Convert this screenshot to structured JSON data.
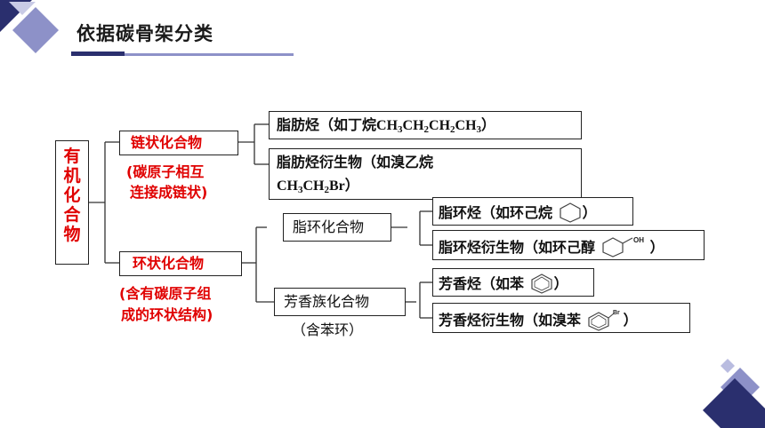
{
  "title": "依据碳骨架分类",
  "root": [
    "有",
    "机",
    "化",
    "合",
    "物"
  ],
  "chain": {
    "label": "链状化合物",
    "note_line1": "(碳原子相互",
    "note_line2": "连接成链状)"
  },
  "ring": {
    "label": "环状化合物",
    "note_line1": "(含有碳原子组",
    "note_line2": "成的环状结构)"
  },
  "aliphatic": {
    "label": "脂肪烃（如丁烷",
    "formula_parts": [
      "CH",
      "3",
      "CH",
      "2",
      "CH",
      "2",
      "CH",
      "3"
    ],
    "close": "）"
  },
  "aliphatic_deriv": {
    "line1": "脂肪烃衍生物（如溴乙烷",
    "formula_parts": [
      "CH",
      "3",
      "CH",
      "2",
      "Br"
    ],
    "close": "）"
  },
  "alicyclic": {
    "label": "脂环化合物"
  },
  "aromatic": {
    "label": "芳香族化合物",
    "note": "（含苯环）"
  },
  "alicyclic_hc": {
    "label": "脂环烃（如环己烷",
    "close": "）"
  },
  "alicyclic_deriv": {
    "label": "脂环烃衍生物（如环己醇",
    "oh": "OH",
    "close": "）"
  },
  "aromatic_hc": {
    "label": "芳香烃（如苯",
    "close": "）"
  },
  "aromatic_deriv": {
    "label": "芳香烃衍生物（如溴苯",
    "br": "Br",
    "close": "）"
  },
  "colors": {
    "accent_dark": "#2a2f6e",
    "accent_light": "#8d91c8",
    "highlight": "#e00000"
  }
}
